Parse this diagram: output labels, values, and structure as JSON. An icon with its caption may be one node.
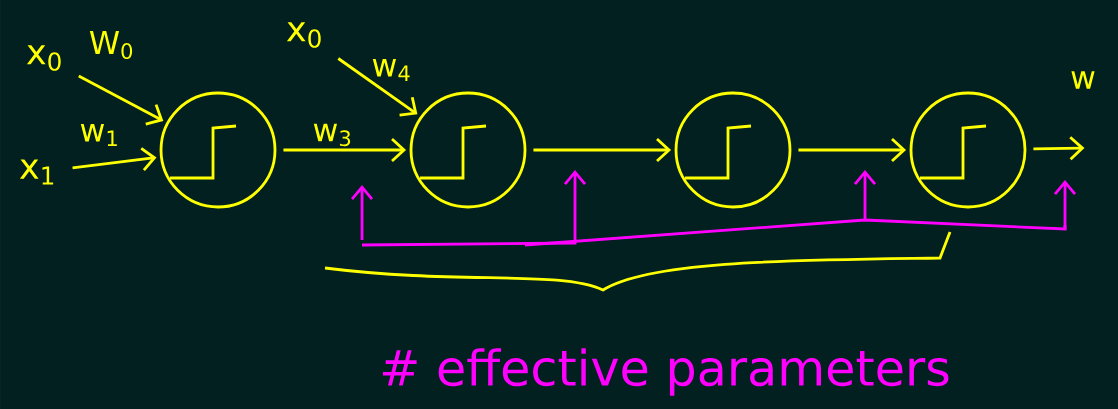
{
  "diagram": {
    "nodes": [
      {
        "text": [
          "x$_{0}$"
        ]
      },
      {
        "text": [
          "x$_{1}$"
        ]
      },
      {
        "text": [],
        "shape": "circle"
      },
      {
        "text": [],
        "shape": "circle"
      },
      {
        "text": [],
        "shape": "circle"
      },
      {
        "text": [],
        "shape": "circle"
      },
      {
        "text": [
          "x$_{0}$"
        ]
      }
    ],
    "edges": [
      {
        "from": 0,
        "to": 2,
        "arrow": "to",
        "label": "W$_{0}$"
      },
      {
        "from": 1,
        "to": 2,
        "arrow": "to",
        "label": "w$_{1}$"
      },
      {
        "from": 2,
        "to": 3,
        "arrow": "to",
        "label": "w$_{3}$"
      },
      {
        "from": 6,
        "to": 3,
        "arrow": "to",
        "label": "w$_{4}$"
      },
      {
        "from": 3,
        "to": 4,
        "arrow": "to"
      },
      {
        "from": 4,
        "to": 5,
        "arrow": "to"
      },
      {
        "from": 5,
        "to": null,
        "arrow": "to",
        "label": "w"
      }
    ],
    "labels": [
      "# effective parameters"
    ]
  }
}
